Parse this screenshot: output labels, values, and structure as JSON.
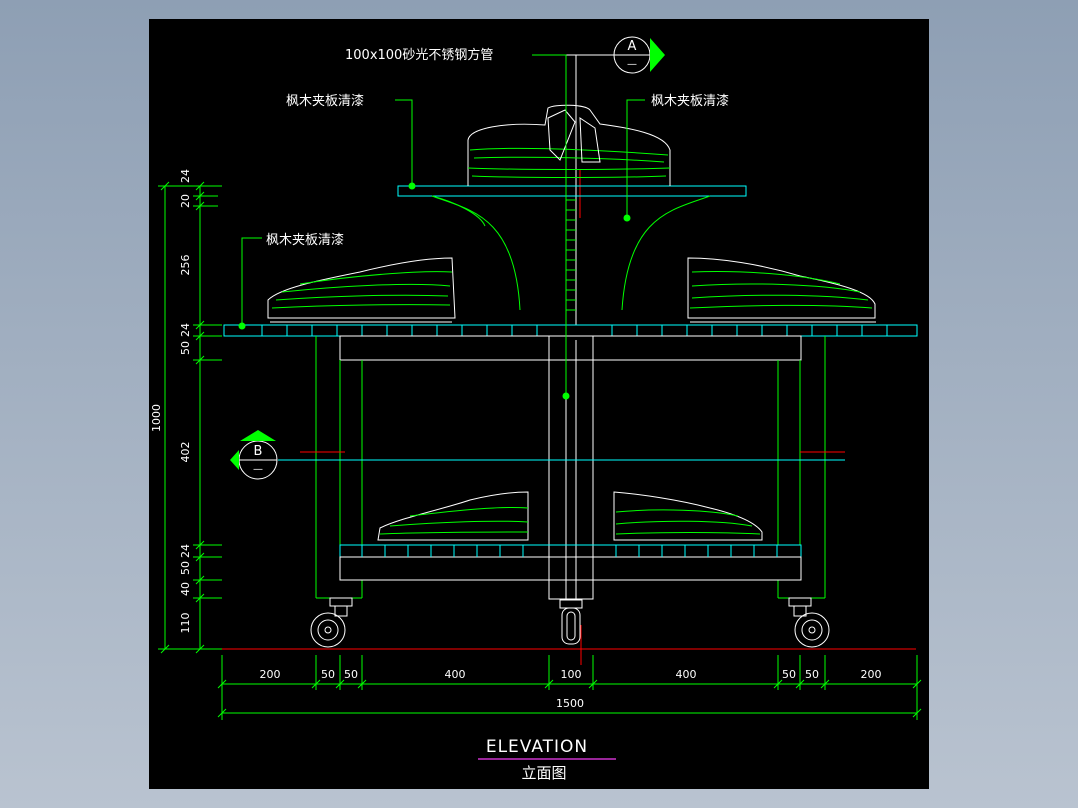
{
  "drawing": {
    "title": "ELEVATION",
    "subtitle": "立面图",
    "callouts": {
      "pipe": "100x100砂光不锈钢方管",
      "maple_left_top": "枫木夹板清漆",
      "maple_right_top": "枫木夹板清漆",
      "maple_left_mid": "枫木夹板清漆"
    },
    "section_marks": {
      "a_letter": "A",
      "a_sub": "—",
      "b_letter": "B",
      "b_sub": "—"
    },
    "vertical_dims": [
      "24",
      "20",
      "256",
      "24",
      "50",
      "402",
      "24",
      "50",
      "40",
      "110"
    ],
    "total_height": "1000",
    "horizontal_dims": [
      "200",
      "50",
      "50",
      "400",
      "100",
      "400",
      "50",
      "50",
      "200"
    ],
    "total_width": "1500"
  },
  "colors": {
    "background": "#000000",
    "outline": "#ffffff",
    "dimension": "#00ff00",
    "shelf": "#00ffff",
    "accent_red": "#ff0000",
    "underline": "#cc33cc"
  }
}
